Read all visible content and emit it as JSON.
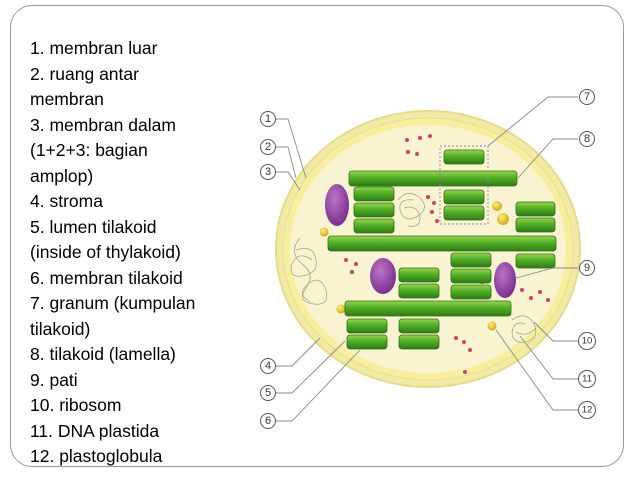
{
  "legend": [
    "1. membran luar",
    "2. ruang antar",
    "membran",
    "3. membran dalam",
    "(1+2+3: bagian",
    "amplop)",
    "4. stroma",
    "5. lumen tilakoid",
    "(inside of thylakoid)",
    "6. membran tilakoid",
    "7. granum (kumpulan",
    "tilakoid)",
    "8. tilakoid (lamella)",
    "9. pati",
    "10. ribosom",
    "11. DNA plastida",
    "12. plastoglobula"
  ],
  "callouts": [
    "1",
    "2",
    "3",
    "4",
    "5",
    "6",
    "7",
    "8",
    "9",
    "10",
    "11",
    "12"
  ],
  "colors": {
    "envelope_outer": "#f3ecae",
    "envelope_rim": "#f6ee9a",
    "stroma": "#f8f4cf",
    "thylakoid": "#3f9a1e",
    "thylakoid_light": "#86cc40",
    "starch": "#8e3aa0",
    "ribosome": "#d33a6a",
    "plastoglobule": "#e0b020"
  }
}
